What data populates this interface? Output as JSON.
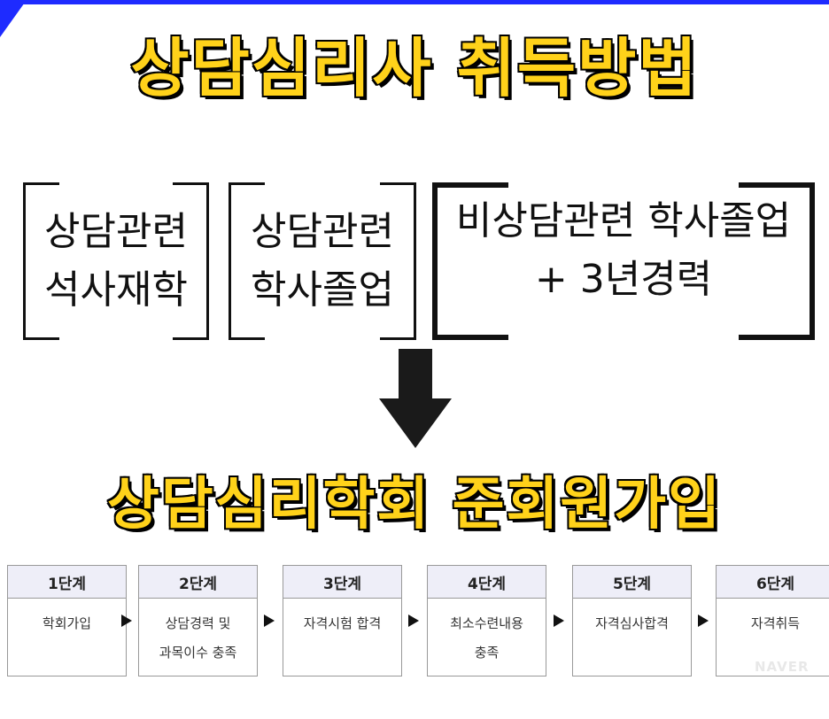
{
  "title": "상담심리사 취득방법",
  "paths": [
    {
      "line1": "상담관련",
      "line2": "석사재학"
    },
    {
      "line1": "상담관련",
      "line2": "학사졸업"
    },
    {
      "line1": "비상담관련 학사졸업",
      "line2": "+ 3년경력"
    }
  ],
  "join_title": "상담심리학회 준회원가입",
  "steps": [
    {
      "label": "1단계",
      "lines": [
        "학회가입",
        ""
      ]
    },
    {
      "label": "2단계",
      "lines": [
        "상담경력 및",
        "과목이수 충족"
      ]
    },
    {
      "label": "3단계",
      "lines": [
        "자격시험 합격",
        ""
      ]
    },
    {
      "label": "4단계",
      "lines": [
        "최소수련내용",
        "충족"
      ]
    },
    {
      "label": "5단계",
      "lines": [
        "자격심사합격",
        ""
      ]
    },
    {
      "label": "6단계",
      "lines": [
        "자격취득",
        ""
      ]
    }
  ],
  "watermark": "NAVER"
}
